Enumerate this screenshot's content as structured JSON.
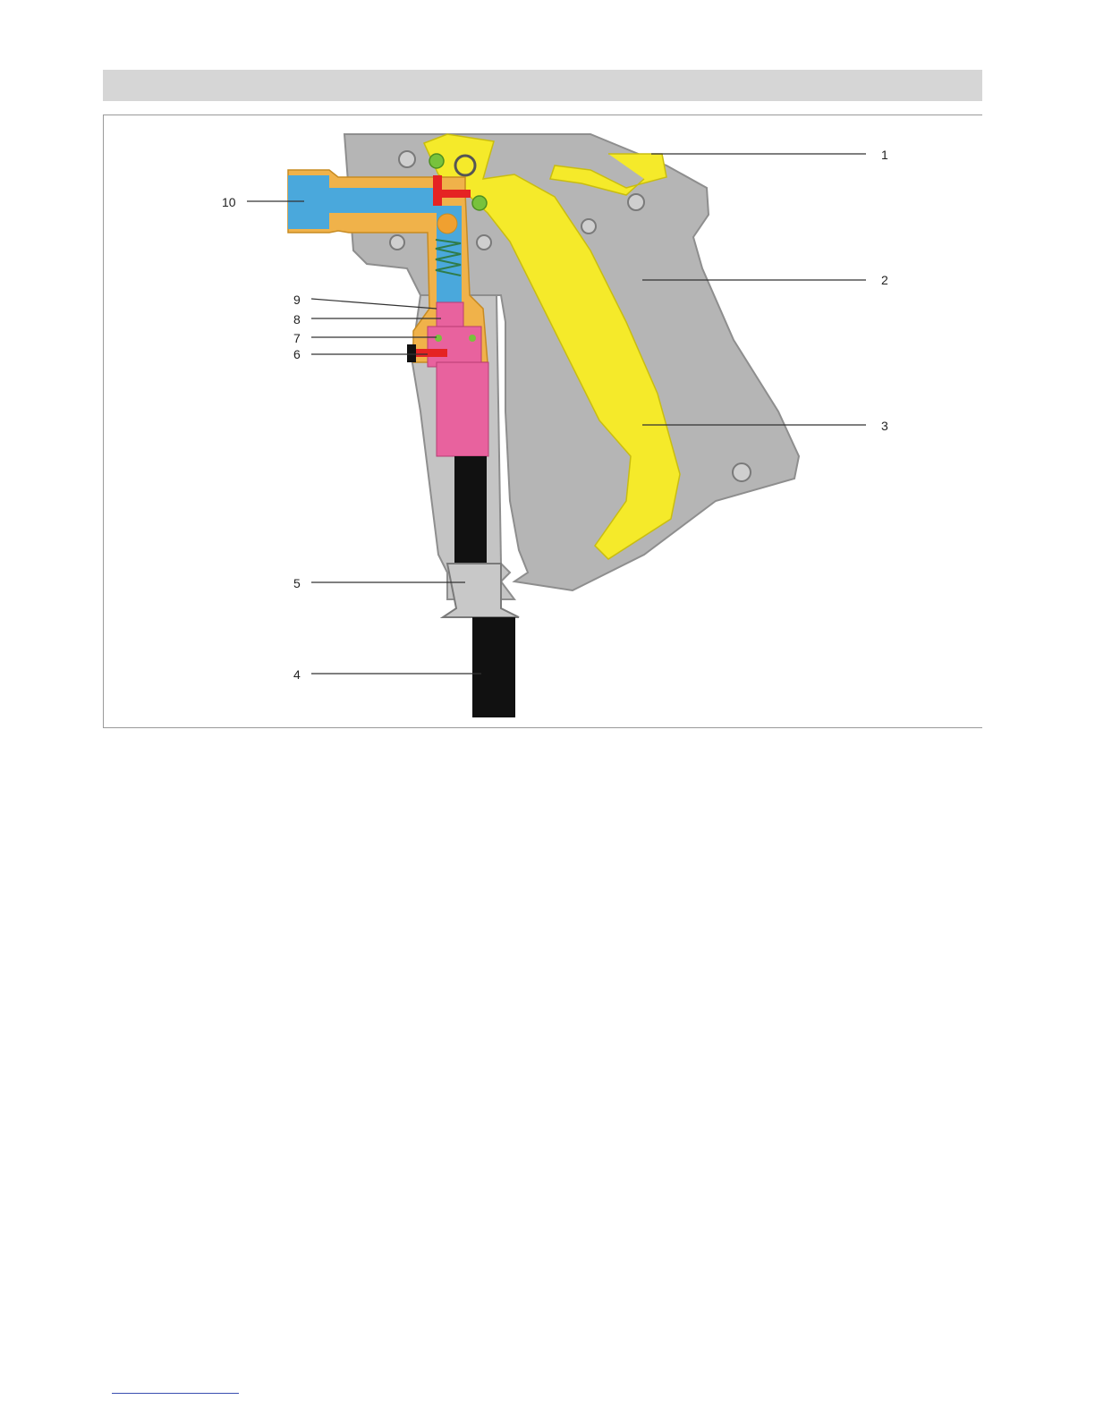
{
  "figure": {
    "callouts": [
      {
        "id": "callout-1",
        "number": "1"
      },
      {
        "id": "callout-2",
        "number": "2"
      },
      {
        "id": "callout-3",
        "number": "3"
      },
      {
        "id": "callout-4",
        "number": "4"
      },
      {
        "id": "callout-5",
        "number": "5"
      },
      {
        "id": "callout-6",
        "number": "6"
      },
      {
        "id": "callout-7",
        "number": "7"
      },
      {
        "id": "callout-8",
        "number": "8"
      },
      {
        "id": "callout-9",
        "number": "9"
      },
      {
        "id": "callout-10",
        "number": "10"
      }
    ],
    "colors": {
      "housing": "#b5b5b5",
      "trigger": "#f5ea2a",
      "brass": "#f0b24a",
      "water": "#4aa8dc",
      "pink": "#e8629e",
      "red": "#e52323",
      "green": "#78c23c",
      "hose": "#111111"
    }
  }
}
